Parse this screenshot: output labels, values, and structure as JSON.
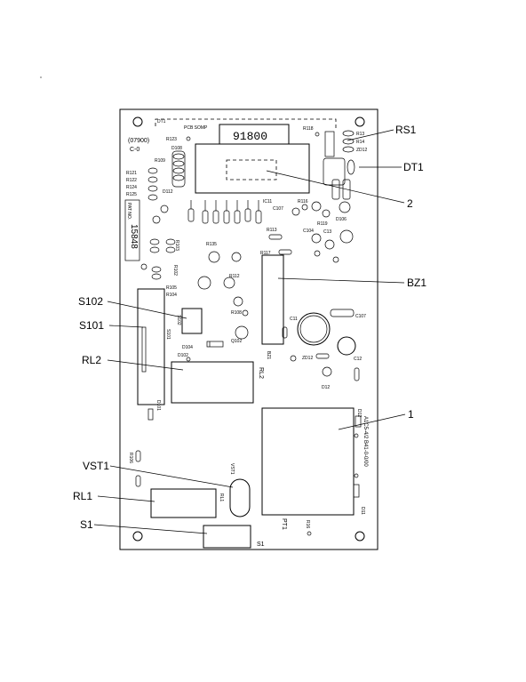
{
  "board": {
    "part_number": "91800",
    "top_left_code": "(07900)",
    "top_left_sub": "C-0",
    "pcb_label": "PCB SOMP",
    "dt1_tag": "DT1",
    "serial_vertical": "15848",
    "patent_vertical": "PAT NO.",
    "side_code_vertical": "A1C5-4/2 B41-0-0/00"
  },
  "callouts": {
    "rs1": "RS1",
    "dt1": "DT1",
    "n2": "2",
    "bz1": "BZ1",
    "s102": "S102",
    "s101": "S101",
    "rl2": "RL2",
    "n1": "1",
    "vst1": "VST1",
    "rl1": "RL1",
    "s1": "S1"
  },
  "component_labels": {
    "r123": "R123",
    "d108": "D108",
    "r109": "R109",
    "r121": "R121",
    "r122": "R122",
    "r124": "R124",
    "r125": "R125",
    "d112": "D112",
    "r118": "R118",
    "r13": "R13",
    "r14": "R14",
    "zd12": "ZD12",
    "r116": "R116",
    "r119": "R119",
    "d106": "D106",
    "c104": "C104",
    "c13": "C13",
    "r113": "R113",
    "r117": "R117",
    "r135": "R135",
    "r103": "R103",
    "r102": "R102",
    "r105": "R105",
    "r104": "R104",
    "r112": "R112",
    "c107": "C107",
    "c11": "C11",
    "c12": "C12",
    "zd12b": "ZD12",
    "d12": "D12",
    "d104": "D104",
    "d102": "D102",
    "r106": "R106",
    "q102": "Q102",
    "r108": "R108",
    "ic11": "IC11",
    "d101": "D101",
    "s102_lbl": "S102",
    "s101_lbl": "S101",
    "rl2_lbl": "RL2",
    "rl1_lbl": "RL1",
    "vst1_lbl": "VST1",
    "s1_lbl": "S1",
    "pt1_lbl": "PT1",
    "bz1_lbl": "BZ1",
    "r16": "R16",
    "d11": "D11",
    "d12c": "D12"
  }
}
